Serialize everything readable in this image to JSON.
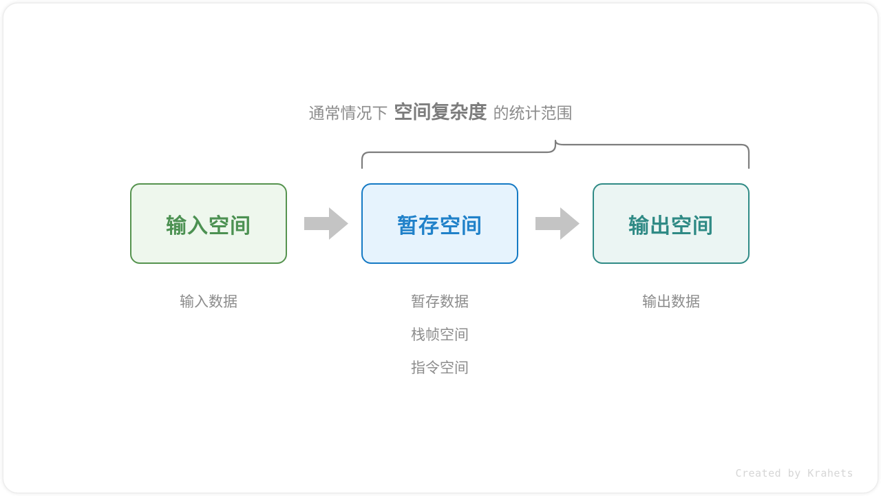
{
  "caption": {
    "prefix": "通常情况下",
    "emphasis": "空间复杂度",
    "suffix": "的统计范围"
  },
  "boxes": [
    {
      "id": "input",
      "label": "输入空间",
      "border_color": "#55934e",
      "background_color": "#eef7ed",
      "text_color": "#4c9152",
      "sublabels": [
        "输入数据"
      ]
    },
    {
      "id": "temp",
      "label": "暂存空间",
      "border_color": "#1479c4",
      "background_color": "#e6f3fd",
      "text_color": "#2081c9",
      "sublabels": [
        "暂存数据",
        "栈帧空间",
        "指令空间"
      ]
    },
    {
      "id": "output",
      "label": "输出空间",
      "border_color": "#2f8a85",
      "background_color": "#ebf5f3",
      "text_color": "#2f8a85",
      "sublabels": [
        "输出数据"
      ]
    }
  ],
  "arrows": {
    "color": "#c4c4c4",
    "count": 2,
    "direction": "right"
  },
  "brace": {
    "color": "#7d7d7d",
    "covers": [
      "暂存空间",
      "输出空间"
    ]
  },
  "credit": "Created by Krahets",
  "colors": {
    "background": "#ffffff",
    "muted_text": "#8c8c8c",
    "credit_text": "#d6d6d6"
  }
}
